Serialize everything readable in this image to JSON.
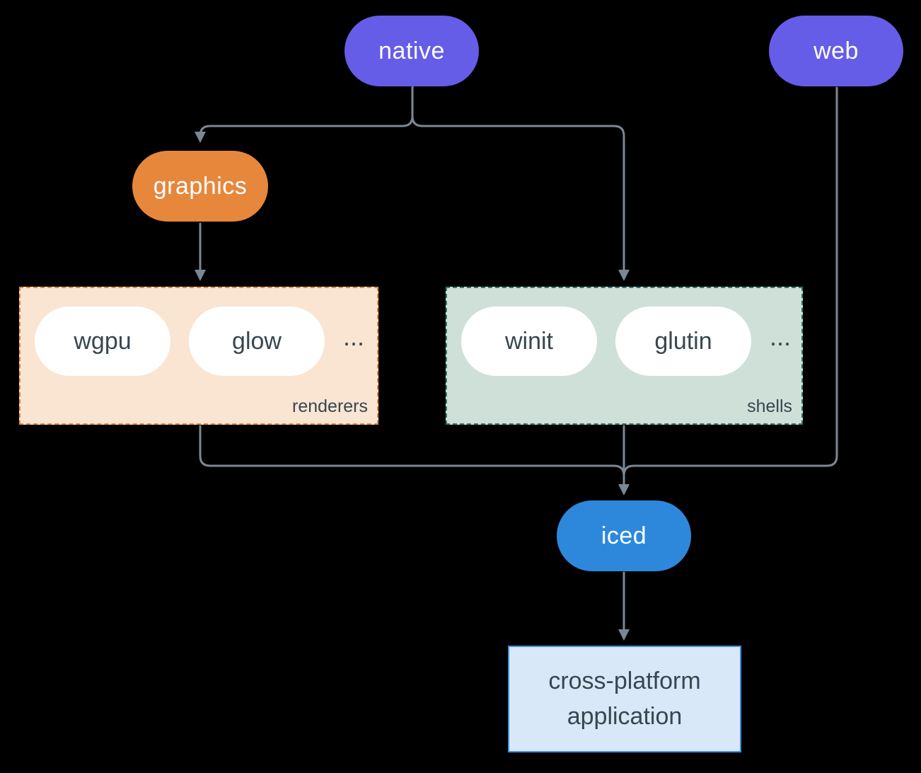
{
  "colors": {
    "background": "#000000",
    "line": "#7A8894",
    "node-text-light": "#FFFFFF",
    "node-text-dark": "#37474F",
    "native": "#655CE8",
    "web": "#655CE8",
    "graphics": "#E6873C",
    "iced": "#2D88DB",
    "renderers-bg": "#FAE5D3",
    "renderers-border": "#E6873C",
    "shells-bg": "#CFE0D9",
    "shells-border": "#2C7A6A",
    "pill-bg": "#FFFFFF",
    "app-bg": "#D9E8F8",
    "app-border": "#3C8EE0"
  },
  "nodes": {
    "native": "native",
    "web": "web",
    "graphics": "graphics",
    "iced": "iced"
  },
  "groups": {
    "renderers": {
      "label": "renderers",
      "items": [
        "wgpu",
        "glow"
      ],
      "ellipsis": "..."
    },
    "shells": {
      "label": "shells",
      "items": [
        "winit",
        "glutin"
      ],
      "ellipsis": "..."
    }
  },
  "application": {
    "line1": "cross-platform",
    "line2": "application"
  }
}
